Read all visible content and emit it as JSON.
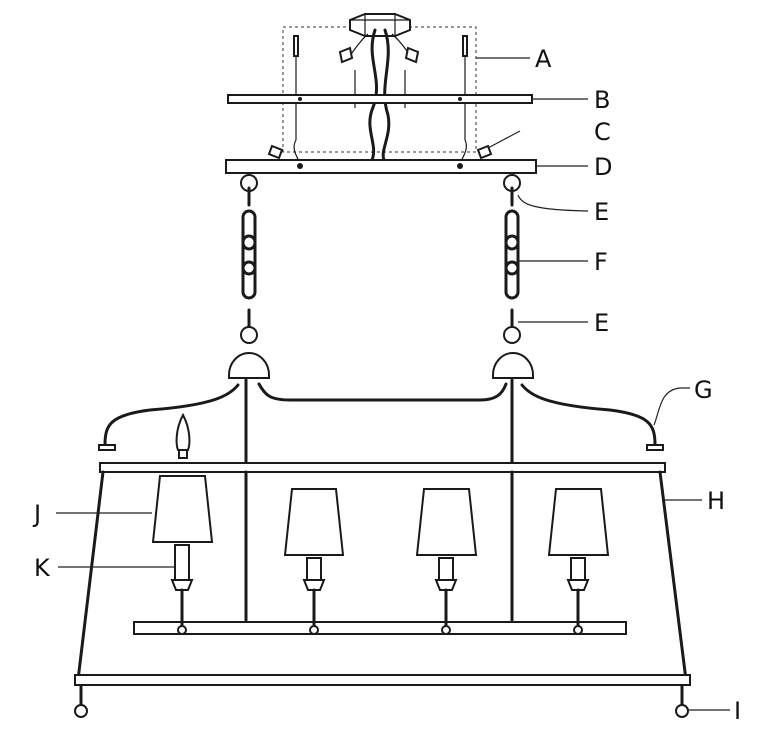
{
  "labels": {
    "A": "A",
    "B": "B",
    "C": "C",
    "D": "D",
    "E_upper": "E",
    "F": "F",
    "E_lower": "E",
    "G": "G",
    "H": "H",
    "I": "I",
    "J": "J",
    "K": "K"
  }
}
